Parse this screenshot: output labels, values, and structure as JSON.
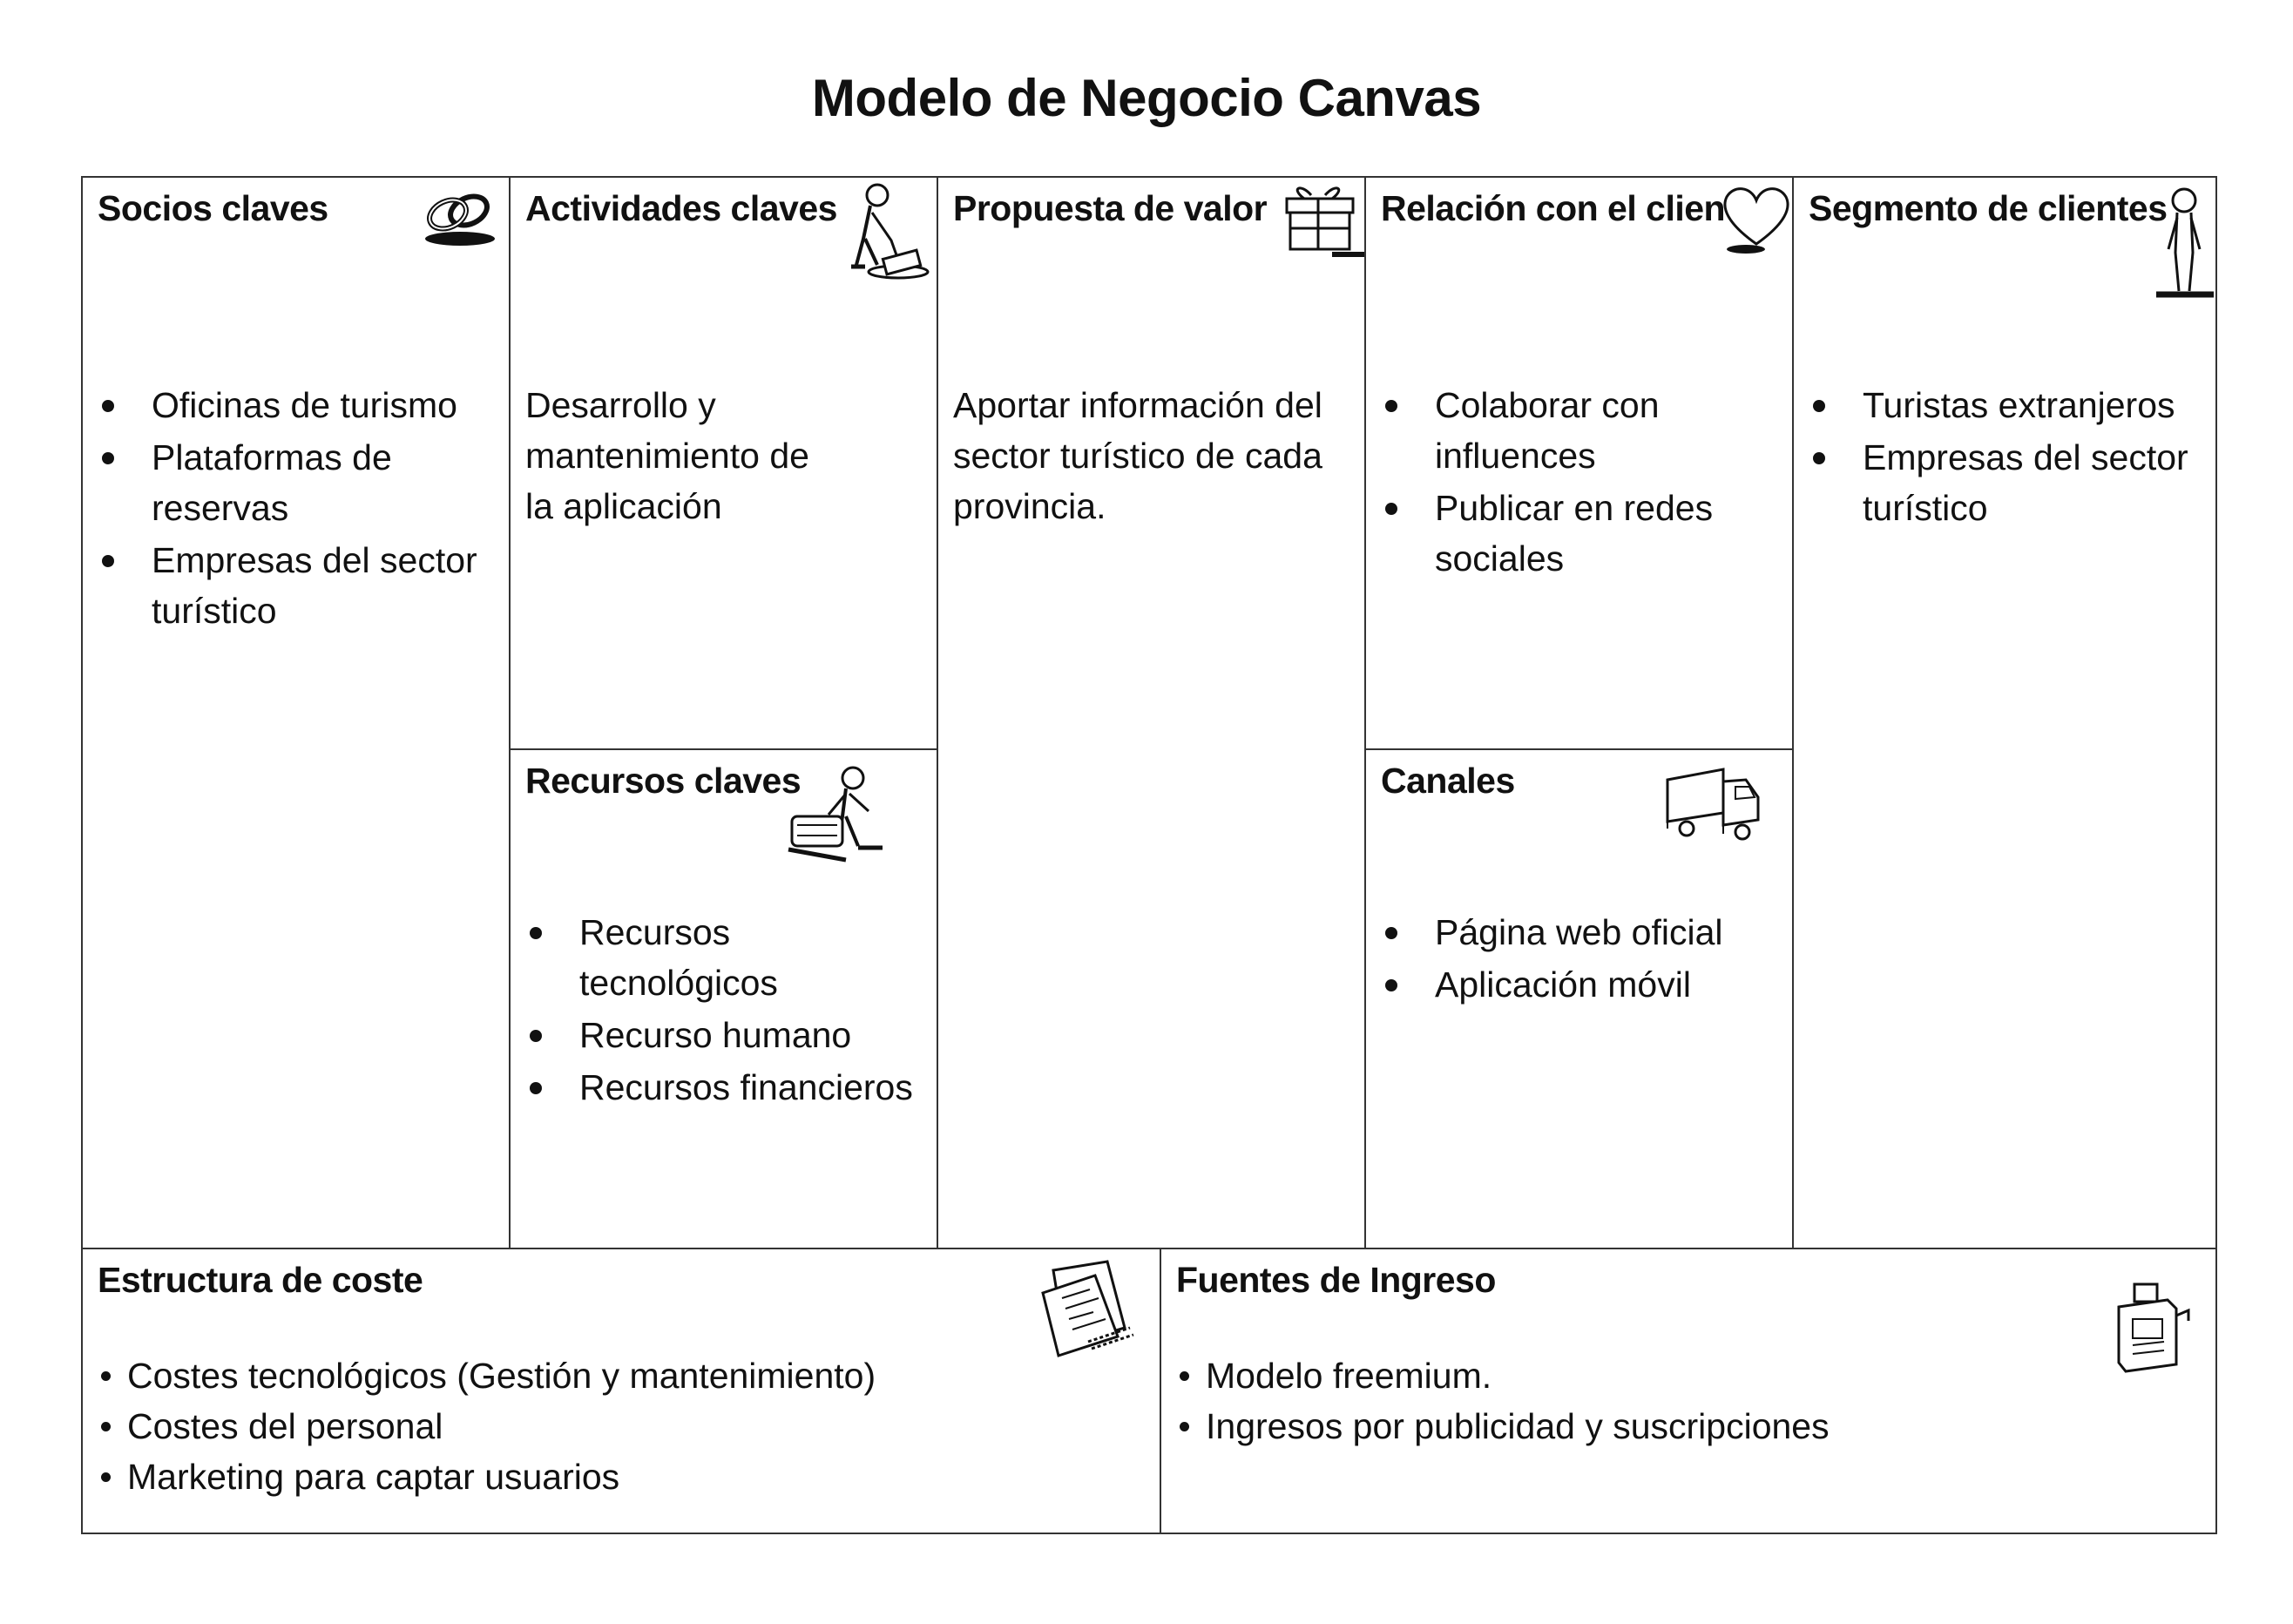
{
  "title": "Modelo de Negocio Canvas",
  "socios": {
    "title": "Socios claves",
    "icon": "chain-links-icon",
    "items": [
      "Oficinas de turismo",
      "Plataformas de reservas",
      "Empresas del sector turístico"
    ]
  },
  "actividades": {
    "title": "Actividades claves",
    "icon": "person-working-icon",
    "text": "Desarrollo y mantenimiento de la aplicación"
  },
  "recursos": {
    "title": "Recursos claves",
    "icon": "person-with-boxes-icon",
    "items": [
      "Recursos tecnológicos",
      "Recurso humano",
      "Recursos financieros"
    ]
  },
  "propuesta": {
    "title": "Propuesta de valor",
    "icon": "gift-box-icon",
    "text": "Aportar información del sector turístico de cada provincia."
  },
  "relacion": {
    "title": "Relación con el clien",
    "icon": "heart-icon",
    "items": [
      "Colaborar con influences",
      "Publicar en redes sociales"
    ]
  },
  "canales": {
    "title": "Canales",
    "icon": "truck-icon",
    "items": [
      "Página web oficial",
      "Aplicación móvil"
    ]
  },
  "segmento": {
    "title": "Segmento de clientes",
    "icon": "standing-person-icon",
    "items": [
      "Turistas extranjeros",
      "Empresas del sector turístico"
    ]
  },
  "coste": {
    "title": "Estructura de coste",
    "icon": "document-pages-icon",
    "items": [
      "Costes tecnológicos (Gestión y mantenimiento)",
      "Costes del personal",
      "Marketing para captar usuarios"
    ]
  },
  "ingreso": {
    "title": "Fuentes de Ingreso",
    "icon": "cash-register-icon",
    "items": [
      "Modelo freemium.",
      "Ingresos por publicidad y suscripciones"
    ]
  }
}
